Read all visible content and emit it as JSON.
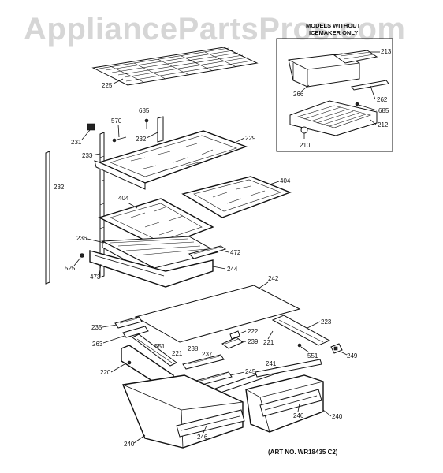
{
  "watermark": "AppliancePartsPros.com",
  "inset_title_line1": "MODELS WITHOUT",
  "inset_title_line2": "ICEMAKER ONLY",
  "art_number": "(ART NO. WR18435 C2)",
  "callouts": {
    "c213": "213",
    "c266": "266",
    "c262": "262",
    "c685b": "685",
    "c212": "212",
    "c210": "210",
    "c225": "225",
    "c685": "685",
    "c570": "570",
    "c231": "231",
    "c232a": "232",
    "c233": "233",
    "c229": "229",
    "c232b": "232",
    "c404a": "404",
    "c404b": "404",
    "c236": "236",
    "c472": "472",
    "c525": "525",
    "c473": "473",
    "c244": "244",
    "c242": "242",
    "c235": "235",
    "c263": "263",
    "c551a": "551",
    "c222": "222",
    "c239": "239",
    "c221a": "221",
    "c223": "223",
    "c238": "238",
    "c237": "237",
    "c221b": "221",
    "c551b": "551",
    "c249": "249",
    "c220": "220",
    "c241": "241",
    "c245": "245",
    "c240a": "240",
    "c246a": "246",
    "c246b": "246",
    "c240b": "240"
  }
}
